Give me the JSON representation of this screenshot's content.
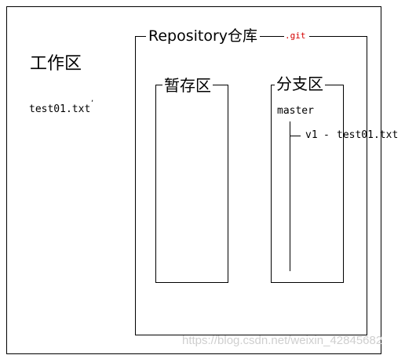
{
  "workspace": {
    "title": "工作区",
    "file": "test01.txt"
  },
  "repository": {
    "title": "Repository仓库",
    "git_tag": ".git"
  },
  "staging": {
    "title": "暂存区"
  },
  "branches": {
    "title": "分支区",
    "master": "master",
    "commit_version": "v1",
    "commit_separator": "-",
    "commit_file": "test01.txt"
  },
  "watermark": "https://blog.csdn.net/weixin_42845682",
  "colors": {
    "git_tag": "#d40000",
    "watermark": "#cfcfcf"
  }
}
